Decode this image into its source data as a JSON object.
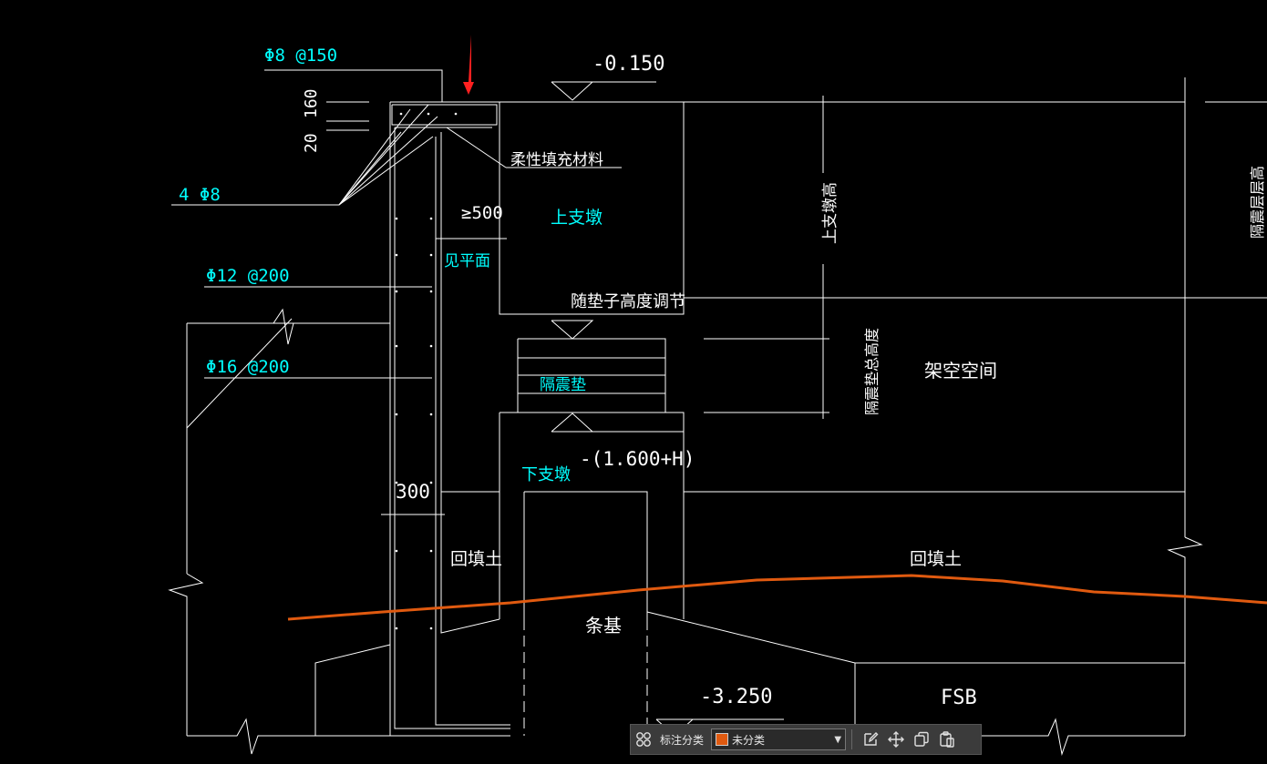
{
  "colors": {
    "background": "#000000",
    "line": "#ffffff",
    "cyan_text": "#00ffff",
    "arrow_red": "#ff2020",
    "ground_line": "#e05a10",
    "category_swatch": "#e05a10"
  },
  "drawing": {
    "rebar_top": "Φ8 @150",
    "dim_160": "160",
    "dim_20": "20",
    "rebar_4phi8": "4 Φ8",
    "rebar_phi12": "Φ12 @200",
    "rebar_phi16": "Φ16 @200",
    "elev_top": "-0.150",
    "flex_fill": "柔性填充材料",
    "min_500": "≥500",
    "see_plan": "见平面",
    "upper_pier": "上支墩",
    "upper_pier_height": "上支墩高",
    "pad_adjust": "随垫子高度调节",
    "isolation_pad": "隔震垫",
    "isolation_total_height": "隔震垫总高度",
    "overhead_space": "架空空间",
    "isolation_layer_height": "隔震层层高",
    "elev_pad": "-(1.600+H)",
    "lower_pier": "下支墩",
    "dim_300": "300",
    "backfill_left": "回填土",
    "backfill_right": "回填土",
    "strip_foundation": "条基",
    "elev_bottom": "-3.250",
    "fsb": "FSB"
  },
  "toolbar": {
    "grid_icon": "grid-icon",
    "label": "标注分类",
    "category_value": "未分类",
    "edit_icon": "edit-icon",
    "move_icon": "move-icon",
    "copy_icon": "copy-icon",
    "paste_icon": "paste-icon"
  }
}
